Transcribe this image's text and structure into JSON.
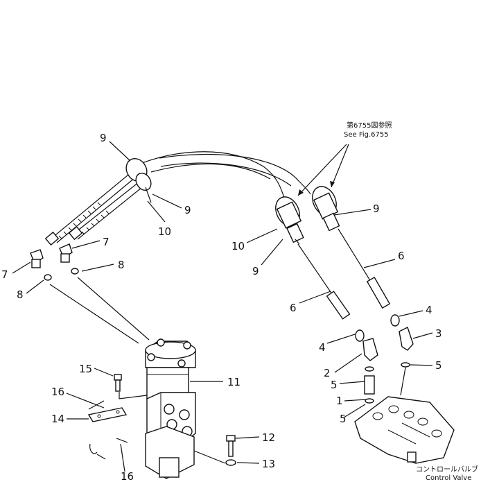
{
  "callouts": [
    {
      "id": "c9a",
      "text": "9"
    },
    {
      "id": "c9b",
      "text": "9"
    },
    {
      "id": "c10a",
      "text": "10"
    },
    {
      "id": "c7a",
      "text": "7"
    },
    {
      "id": "c7b",
      "text": "7"
    },
    {
      "id": "c8a",
      "text": "8"
    },
    {
      "id": "c8b",
      "text": "8"
    },
    {
      "id": "c10b",
      "text": "10"
    },
    {
      "id": "c9c",
      "text": "9"
    },
    {
      "id": "c9d",
      "text": "9"
    },
    {
      "id": "c6a",
      "text": "6"
    },
    {
      "id": "c6b",
      "text": "6"
    },
    {
      "id": "c4a",
      "text": "4"
    },
    {
      "id": "c4b",
      "text": "4"
    },
    {
      "id": "c3",
      "text": "3"
    },
    {
      "id": "c2",
      "text": "2"
    },
    {
      "id": "c5a",
      "text": "5"
    },
    {
      "id": "c5b",
      "text": "5"
    },
    {
      "id": "c5c",
      "text": "5"
    },
    {
      "id": "c1",
      "text": "1"
    },
    {
      "id": "c15",
      "text": "15"
    },
    {
      "id": "c11",
      "text": "11"
    },
    {
      "id": "c16a",
      "text": "16"
    },
    {
      "id": "c14",
      "text": "14"
    },
    {
      "id": "c16b",
      "text": "16"
    },
    {
      "id": "c12",
      "text": "12"
    },
    {
      "id": "c13",
      "text": "13"
    }
  ],
  "reference_note": {
    "jp": "第6755図参照",
    "en": "See Fig.6755"
  },
  "control_valve_note": {
    "jp": "コントロールバルブ",
    "en": "Control Valve"
  }
}
